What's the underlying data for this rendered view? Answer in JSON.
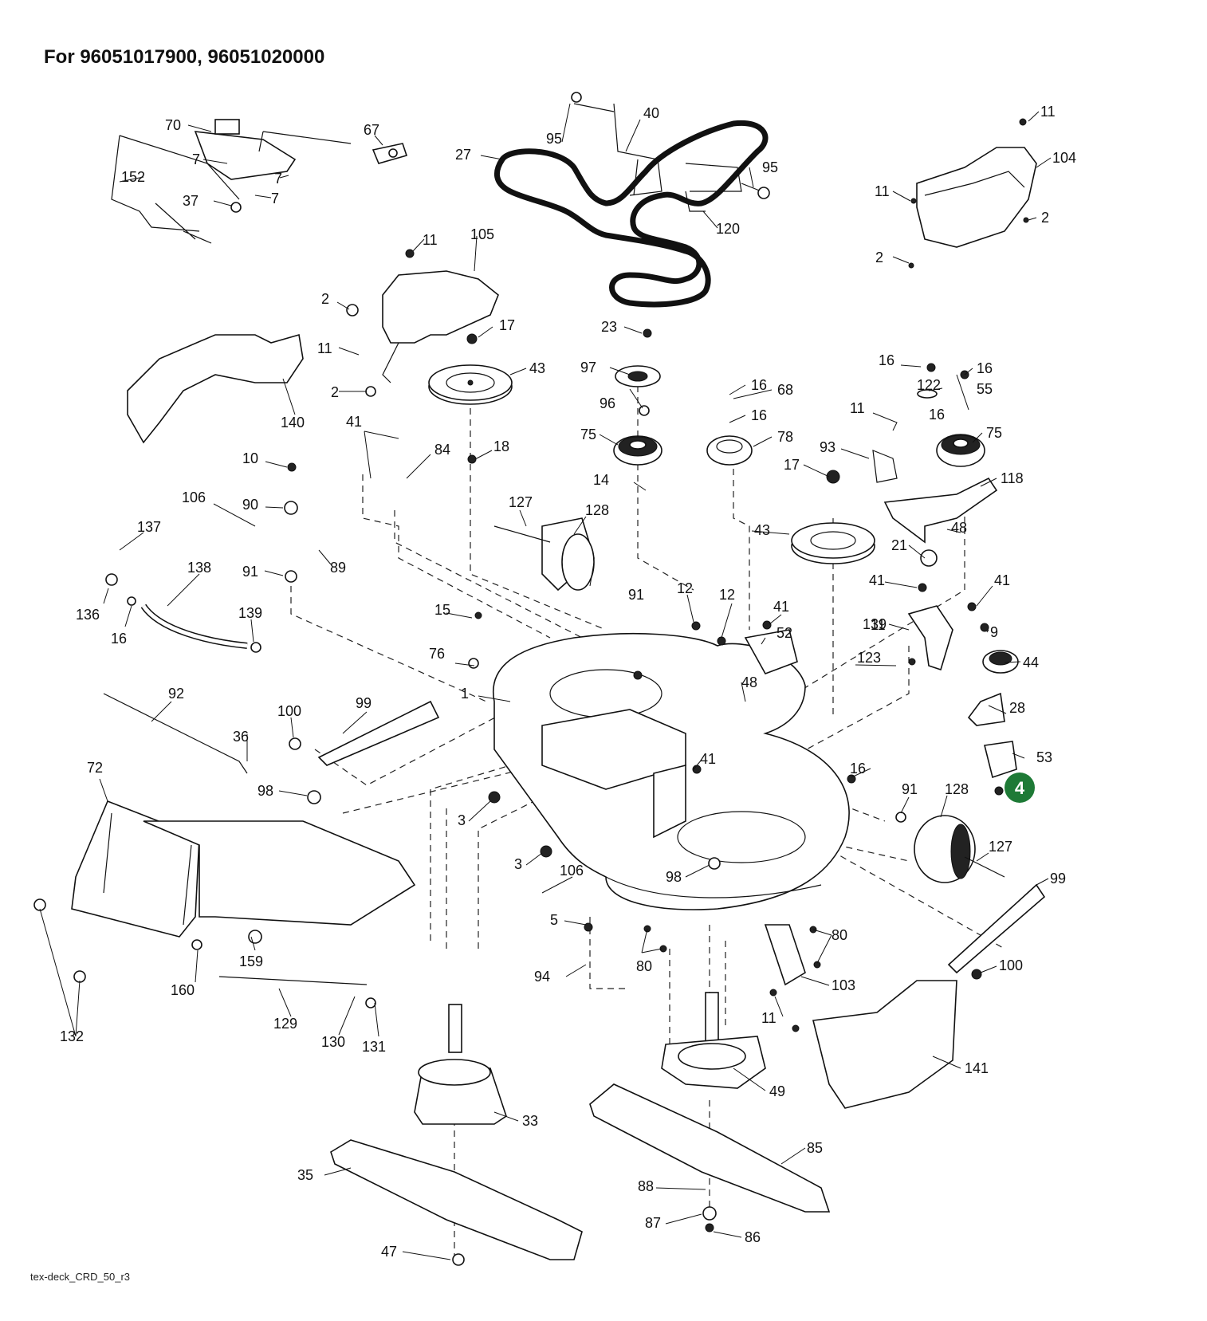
{
  "title": "For 96051017900, 96051020000",
  "footer_code": "tex-deck_CRD_50_r3",
  "badge": {
    "label": "4",
    "color": "#1e7a36"
  },
  "callouts": [
    "70",
    "67",
    "7",
    "7",
    "7",
    "152",
    "37",
    "95",
    "40",
    "27",
    "95",
    "120",
    "11",
    "104",
    "11",
    "2",
    "2",
    "11",
    "105",
    "2",
    "17",
    "11",
    "2",
    "43",
    "23",
    "97",
    "96",
    "75",
    "16",
    "68",
    "16",
    "78",
    "16",
    "16",
    "122",
    "55",
    "11",
    "16",
    "75",
    "93",
    "140",
    "41",
    "84",
    "18",
    "14",
    "17",
    "118",
    "10",
    "106",
    "90",
    "127",
    "128",
    "43",
    "48",
    "21",
    "137",
    "89",
    "91",
    "136",
    "138",
    "91",
    "41",
    "41",
    "139",
    "139",
    "16",
    "12",
    "12",
    "41",
    "15",
    "11",
    "52",
    "9",
    "76",
    "123",
    "44",
    "1",
    "48",
    "92",
    "100",
    "99",
    "28",
    "36",
    "53",
    "41",
    "16",
    "72",
    "98",
    "91",
    "128",
    "3",
    "127",
    "3",
    "106",
    "99",
    "98",
    "5",
    "80",
    "80",
    "159",
    "94",
    "103",
    "100",
    "160",
    "129",
    "11",
    "130",
    "131",
    "132",
    "141",
    "49",
    "33",
    "85",
    "35",
    "88",
    "87",
    "86",
    "47"
  ]
}
